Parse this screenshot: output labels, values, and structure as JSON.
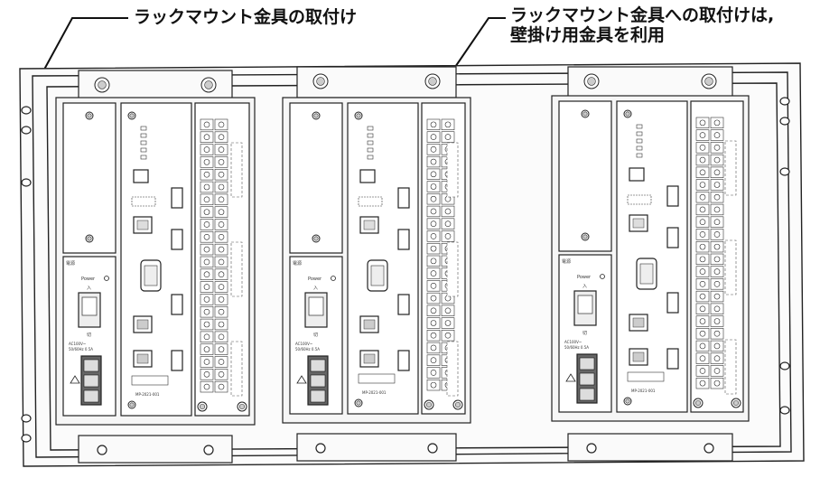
{
  "callouts": {
    "bracket_mount": "ラックマウント金具の取付け",
    "wall_bracket_line1": "ラックマウント金具への取付けは,",
    "wall_bracket_line2": "壁掛け用金具を利用"
  },
  "units": [
    {
      "power_title": "電源",
      "power_led": "Power",
      "switch_on": "入",
      "switch_off": "切",
      "rating_line1": "AC100V~",
      "rating_line2": "50/60Hz 0.5A",
      "model": "MP-2021-001"
    },
    {
      "power_title": "電源",
      "power_led": "Power",
      "switch_on": "入",
      "switch_off": "切",
      "rating_line1": "AC100V~",
      "rating_line2": "50/60Hz 0.5A",
      "model": "MP-2021-001"
    },
    {
      "power_title": "電源",
      "power_led": "Power",
      "switch_on": "入",
      "switch_off": "切",
      "rating_line1": "AC100V~",
      "rating_line2": "50/60Hz 0.5A",
      "model": "MP-2021-001"
    }
  ],
  "colors": {
    "line": "#222222",
    "panel": "#f4f4f4",
    "fill": "#ffffff"
  }
}
